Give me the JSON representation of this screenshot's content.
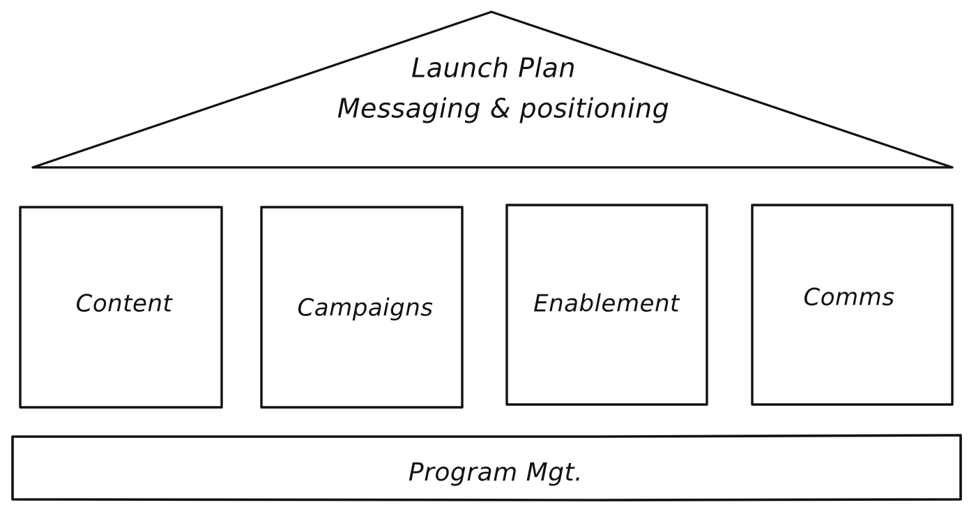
{
  "roof": {
    "title": "Launch Plan",
    "subtitle": "Messaging & positioning"
  },
  "pillars": [
    {
      "label": "Content"
    },
    {
      "label": "Campaigns"
    },
    {
      "label": "Enablement"
    },
    {
      "label": "Comms"
    }
  ],
  "foundation": {
    "label": "Program Mgt."
  },
  "colors": {
    "stroke": "#111111",
    "background": "#ffffff"
  }
}
